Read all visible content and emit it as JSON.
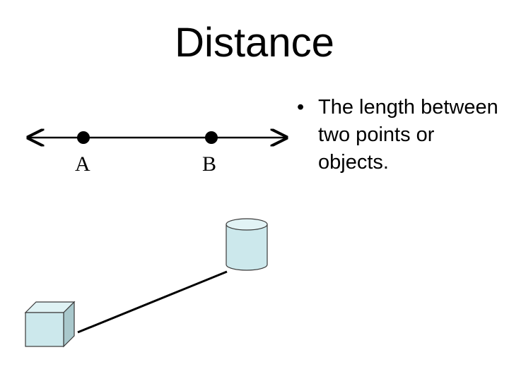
{
  "slide": {
    "title": "Distance",
    "bullet": {
      "mark": "•",
      "text": "The length between two points or objects."
    }
  },
  "diagram": {
    "point_a_label": "A",
    "point_b_label": "B",
    "colors": {
      "line": "#000000",
      "cube_fill": "#cce8ec",
      "cube_top": "#dff2f4",
      "cube_side": "#a9c8cc",
      "cylinder_fill": "#cce8ec",
      "cylinder_top": "#e2f3f5",
      "connector": "#000000"
    },
    "icons": {
      "cube": "cube-object-icon",
      "cylinder": "cylinder-object-icon"
    }
  }
}
